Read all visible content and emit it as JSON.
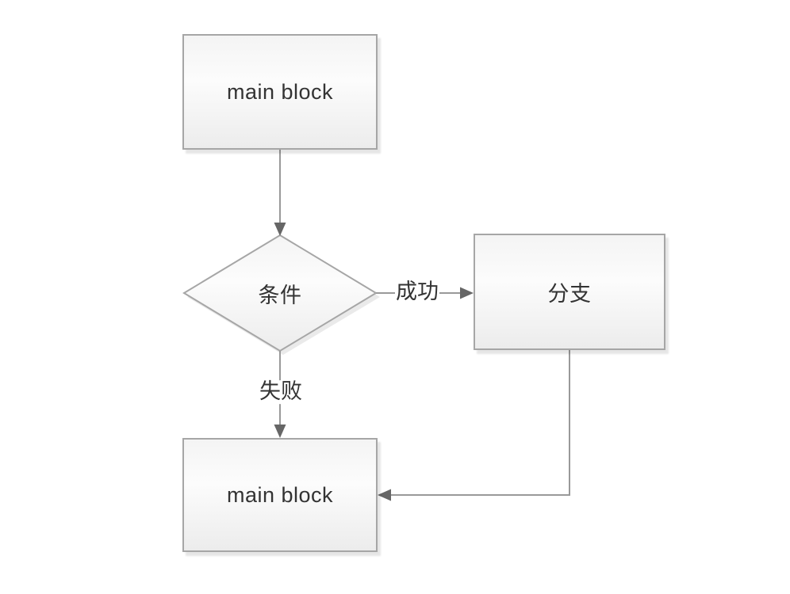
{
  "diagram": {
    "title": "flowchart",
    "background_color": "#ffffff",
    "colors": {
      "node_border": "#a6a6a6",
      "node_fill_top": "#f4f4f4",
      "node_fill_bottom": "#ececec",
      "connector_line": "#999999",
      "arrowhead": "#666666",
      "text": "#333333"
    },
    "nodes": [
      {
        "id": "main-block-top",
        "type": "rectangle",
        "label": "main block"
      },
      {
        "id": "condition",
        "type": "diamond",
        "label": "条件"
      },
      {
        "id": "branch",
        "type": "rectangle",
        "label": "分支"
      },
      {
        "id": "main-block-bottom",
        "type": "rectangle",
        "label": "main block"
      }
    ],
    "edges": [
      {
        "from": "main-block-top",
        "to": "condition",
        "label": ""
      },
      {
        "from": "condition",
        "to": "branch",
        "label": "成功"
      },
      {
        "from": "condition",
        "to": "main-block-bottom",
        "label": "失败"
      },
      {
        "from": "branch",
        "to": "main-block-bottom",
        "label": ""
      }
    ]
  }
}
